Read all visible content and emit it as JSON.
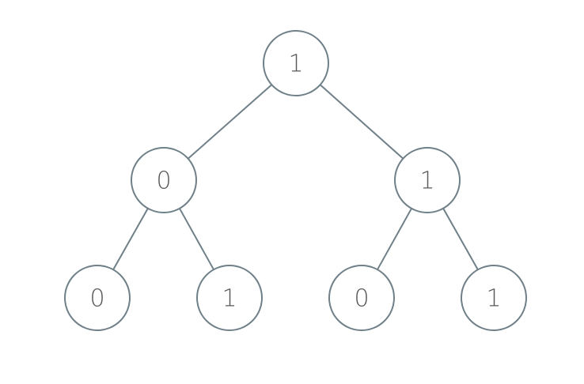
{
  "colors": {
    "stroke": "#6f8089",
    "text": "#5a5a5a",
    "fill": "#ffffff"
  },
  "tree": {
    "nodes": [
      {
        "id": "root",
        "value": "1"
      },
      {
        "id": "l",
        "value": "0"
      },
      {
        "id": "r",
        "value": "1"
      },
      {
        "id": "ll",
        "value": "0"
      },
      {
        "id": "lr",
        "value": "1"
      },
      {
        "id": "rl",
        "value": "0"
      },
      {
        "id": "rr",
        "value": "1"
      }
    ],
    "edges": [
      [
        "root",
        "l"
      ],
      [
        "root",
        "r"
      ],
      [
        "l",
        "ll"
      ],
      [
        "l",
        "lr"
      ],
      [
        "r",
        "rl"
      ],
      [
        "r",
        "rr"
      ]
    ]
  }
}
